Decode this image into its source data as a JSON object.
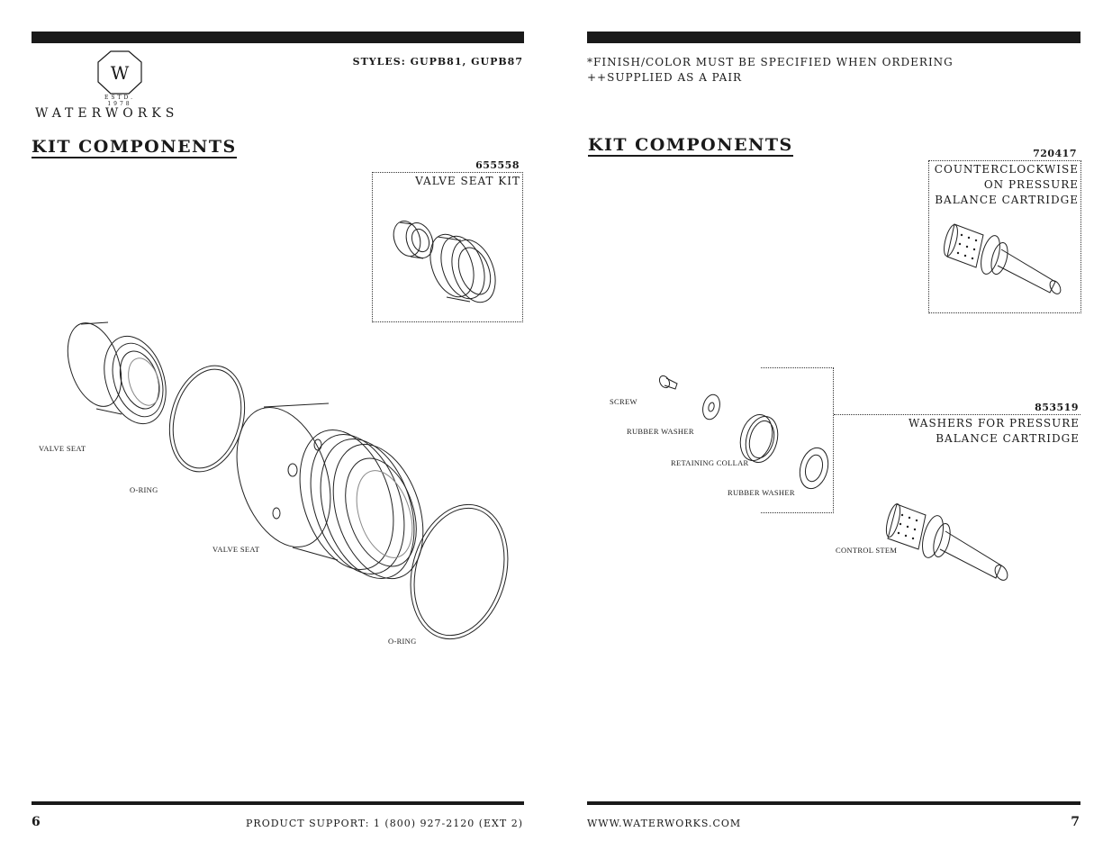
{
  "left_page": {
    "brand": {
      "established": "ESTD. 1978",
      "name": "WATERWORKS"
    },
    "styles_label": "STYLES:  GUPB81, GUPB87",
    "heading": "KIT COMPONENTS",
    "kit": {
      "part_number": "655558",
      "description": "VALVE SEAT KIT"
    },
    "labels": {
      "valve_seat_1": "VALVE SEAT",
      "o_ring_1": "O-RING",
      "valve_seat_2": "VALVE SEAT",
      "o_ring_2": "O-RING"
    },
    "footer": {
      "page_number": "6",
      "support": "PRODUCT SUPPORT: 1 (800) 927-2120 (EXT 2)"
    }
  },
  "right_page": {
    "notes": [
      "*FINISH/COLOR MUST BE SPECIFIED WHEN ORDERING",
      "++SUPPLIED AS A PAIR"
    ],
    "heading": "KIT COMPONENTS",
    "cartridge": {
      "part_number": "720417",
      "description_lines": [
        "COUNTERCLOCKWISE",
        "ON PRESSURE",
        "BALANCE CARTRIDGE"
      ]
    },
    "washers": {
      "part_number": "853519",
      "description_lines": [
        "WASHERS FOR PRESSURE",
        "BALANCE CARTRIDGE"
      ]
    },
    "labels": {
      "screw": "SCREW",
      "rubber_washer_1": "RUBBER WASHER",
      "retaining_collar": "RETAINING COLLAR",
      "rubber_washer_2": "RUBBER WASHER",
      "control_stem": "CONTROL STEM"
    },
    "footer": {
      "website": "WWW.WATERWORKS.COM",
      "page_number": "7"
    }
  }
}
